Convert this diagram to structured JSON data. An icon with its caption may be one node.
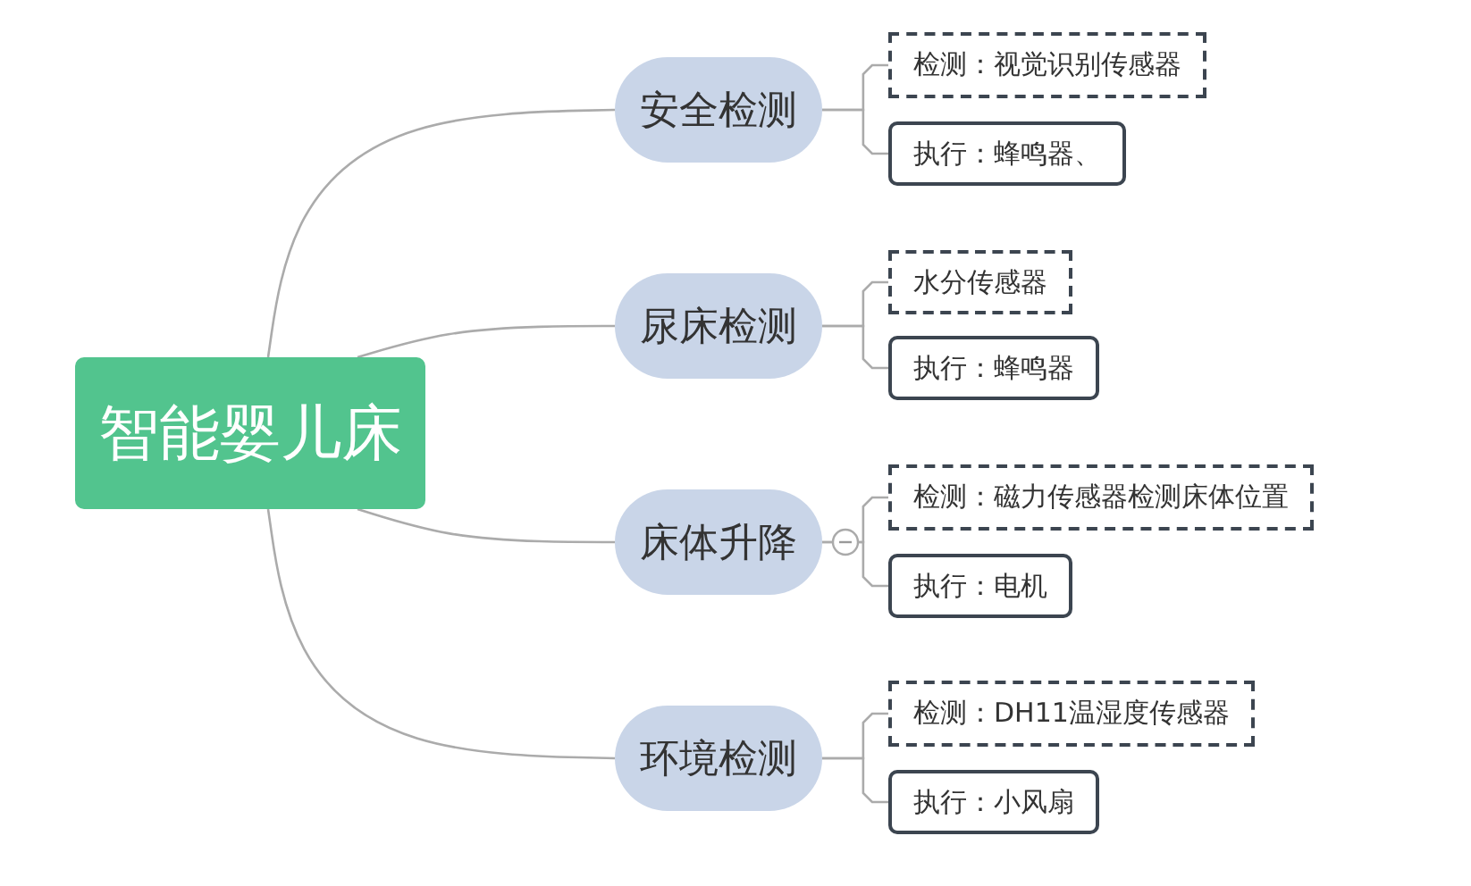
{
  "diagram": {
    "nodes": [
      {
        "text": [
          "智能婴儿床"
        ]
      },
      {
        "text": [
          "安全检测"
        ]
      },
      {
        "text": [
          "检测：视觉识别传感器"
        ]
      },
      {
        "text": [
          "执行：蜂鸣器、"
        ]
      },
      {
        "text": [
          "尿床检测"
        ]
      },
      {
        "text": [
          "水分传感器"
        ]
      },
      {
        "text": [
          "执行：蜂鸣器"
        ]
      },
      {
        "text": [
          "床体升降"
        ]
      },
      {
        "text": [
          "检测：磁力传感器检测床体位置"
        ]
      },
      {
        "text": [
          "执行：电机"
        ]
      },
      {
        "text": [
          "环境检测"
        ]
      },
      {
        "text": [
          "检测：DH11温湿度传感器"
        ]
      },
      {
        "text": [
          "执行：小风扇"
        ]
      }
    ],
    "edges": [
      {
        "from": 0,
        "to": 1,
        "arrow": "none"
      },
      {
        "from": 0,
        "to": 4,
        "arrow": "none"
      },
      {
        "from": 0,
        "to": 7,
        "arrow": "none"
      },
      {
        "from": 0,
        "to": 10,
        "arrow": "none"
      },
      {
        "from": 1,
        "to": 2,
        "arrow": "none"
      },
      {
        "from": 1,
        "to": 3,
        "arrow": "none"
      },
      {
        "from": 4,
        "to": 5,
        "arrow": "none"
      },
      {
        "from": 4,
        "to": 6,
        "arrow": "none"
      },
      {
        "from": 7,
        "to": 8,
        "arrow": "none"
      },
      {
        "from": 7,
        "to": 9,
        "arrow": "none"
      },
      {
        "from": 10,
        "to": 11,
        "arrow": "none"
      },
      {
        "from": 10,
        "to": 12,
        "arrow": "none"
      }
    ]
  }
}
